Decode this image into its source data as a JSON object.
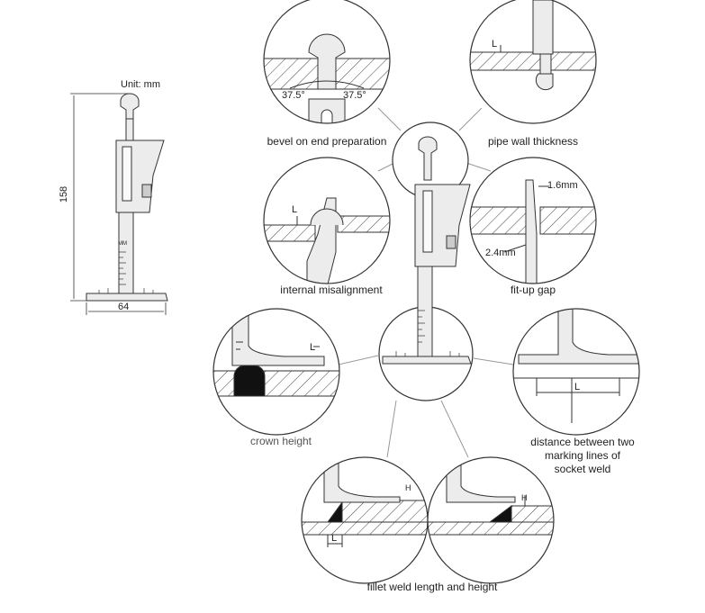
{
  "gauge": {
    "unit_label": "Unit: mm",
    "height_dim": "158",
    "width_dim": "64",
    "scale_mark": "MM"
  },
  "details": {
    "bevel": {
      "caption": "bevel on end preparation",
      "angle_left": "37.5°",
      "angle_right": "37.5°"
    },
    "pipe_wall": {
      "caption": "pipe wall thickness",
      "mark": "L"
    },
    "misalign": {
      "caption": "internal misalignment",
      "mark": "L"
    },
    "fitup": {
      "caption": "fit-up gap",
      "top_value": "1.6mm",
      "bottom_value": "2.4mm"
    },
    "crown": {
      "caption": "crown height",
      "mark": "L"
    },
    "socket": {
      "caption_line1": "distance between two",
      "caption_line2": "marking lines of",
      "caption_line3": "socket weld",
      "mark": "L"
    },
    "fillet": {
      "caption": "fillet weld length and height",
      "mark_h": "H",
      "mark_l": "L"
    }
  },
  "colors": {
    "line": "#333333",
    "fill": "#e6e6e6",
    "connector": "#999999"
  }
}
